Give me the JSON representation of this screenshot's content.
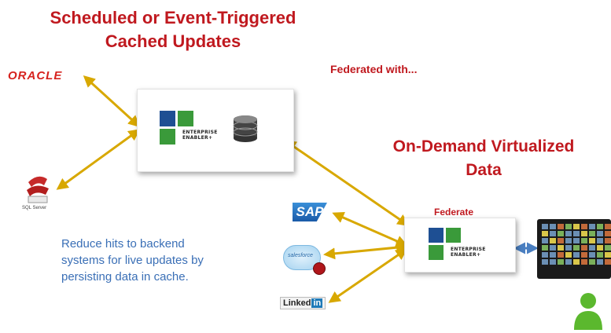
{
  "titles": {
    "top_line1": "Scheduled or Event-Triggered",
    "top_line2": "Cached Updates",
    "right_line1": "On-Demand Virtualized",
    "right_line2": "Data"
  },
  "labels": {
    "federated_with": "Federated with...",
    "federate": "Federate",
    "note_line1": "Reduce hits to backend",
    "note_line2": "systems for live updates by",
    "note_line3": "persisting data in cache."
  },
  "sources": {
    "oracle": "ORACLE",
    "sql_server": "SQL Server",
    "sap": "SAP",
    "salesforce": "salesforce",
    "linkedin_text": "Linked",
    "linkedin_in": "in"
  },
  "product": {
    "name_line1": "ENTERPRISE",
    "name_line2": "ENABLER+"
  },
  "colors": {
    "title_red": "#c0191f",
    "note_blue": "#3a6fb6",
    "arrow_gold": "#d8a800",
    "logo_blue": "#1e4f93",
    "logo_green": "#3a9a3a",
    "user_green": "#5bb82e"
  },
  "icons": [
    "database-icon",
    "tablet-icon",
    "user-icon",
    "database-server-icon"
  ]
}
